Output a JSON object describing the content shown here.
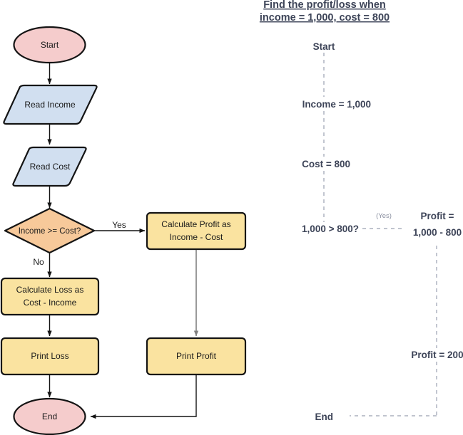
{
  "colors": {
    "terminator_fill": "#f5cccc",
    "io_fill": "#d1dff0",
    "decision_fill": "#f7c99a",
    "process_fill": "#fae3a0",
    "shape_stroke": "#141414",
    "arrow_black": "#141414",
    "arrow_gray": "#808080",
    "trace_text": "#3d4458",
    "trace_dash": "#9aa0b0",
    "trace_yes": "#8a8fa0",
    "background": "#ffffff"
  },
  "flowchart": {
    "nodes": {
      "start": {
        "label": "Start",
        "shape": "ellipse"
      },
      "read_income": {
        "label": "Read Income",
        "shape": "parallelogram"
      },
      "read_cost": {
        "label": "Read Cost",
        "shape": "parallelogram"
      },
      "decision": {
        "label": "Income >= Cost?",
        "shape": "diamond"
      },
      "calc_profit": {
        "label_line1": "Calculate Profit as",
        "label_line2": "Income - Cost",
        "shape": "rectangle"
      },
      "calc_loss": {
        "label_line1": "Calculate Loss as",
        "label_line2": "Cost - Income",
        "shape": "rectangle"
      },
      "print_profit": {
        "label": "Print Profit",
        "shape": "rectangle"
      },
      "print_loss": {
        "label": "Print Loss",
        "shape": "rectangle"
      },
      "end": {
        "label": "End",
        "shape": "ellipse"
      }
    },
    "edge_labels": {
      "yes": "Yes",
      "no": "No"
    }
  },
  "trace": {
    "heading_line1": "Find the profit/loss when",
    "heading_line2": "income = 1,000, cost = 800",
    "steps": [
      {
        "id": "start",
        "text": "Start"
      },
      {
        "id": "income",
        "text": "Income = 1,000"
      },
      {
        "id": "cost",
        "text": "Cost = 800"
      },
      {
        "id": "condition",
        "text": "1,000 > 800?"
      },
      {
        "id": "end",
        "text": "End"
      }
    ],
    "branch_label": "(Yes)",
    "branch_steps": [
      {
        "id": "profit-expr-l1",
        "text": "Profit ="
      },
      {
        "id": "profit-expr-l2",
        "text": "1,000 - 800"
      },
      {
        "id": "profit-result",
        "text": "Profit = 200"
      }
    ]
  }
}
